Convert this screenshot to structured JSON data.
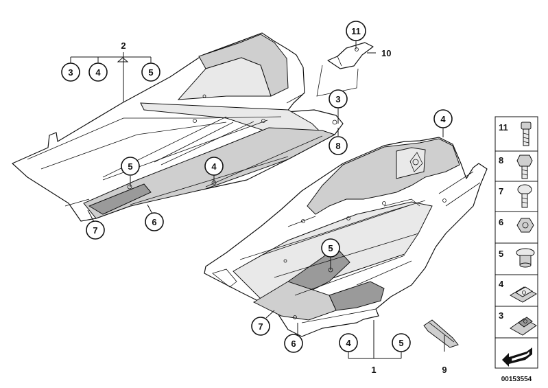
{
  "callouts": {
    "c3_top": "3",
    "c4_top": "4",
    "c5_top": "5",
    "c11": "11",
    "c3_mid": "3",
    "c8": "8",
    "c5_left": "5",
    "c4_left": "4",
    "c7_left": "7",
    "c6_left": "6",
    "c4_right": "4",
    "c5_center": "5",
    "c7_bottom": "7",
    "c6_bottom": "6",
    "c4_bottom": "4",
    "c5_bottom": "5"
  },
  "labels": {
    "group_2": "2",
    "item_10": "10",
    "group_1": "1",
    "item_9": "9"
  },
  "legend": {
    "items": [
      "11",
      "8",
      "7",
      "6",
      "5",
      "4",
      "3"
    ]
  },
  "reference_number": "00153554"
}
